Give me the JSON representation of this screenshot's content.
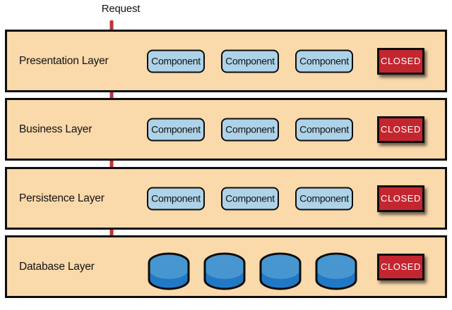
{
  "request_label": "Request",
  "layers": [
    {
      "label": "Presentation Layer",
      "components": [
        "Component",
        "Component",
        "Component"
      ],
      "closed_label": "CLOSED"
    },
    {
      "label": "Business Layer",
      "components": [
        "Component",
        "Component",
        "Component"
      ],
      "closed_label": "CLOSED"
    },
    {
      "label": "Persistence Layer",
      "components": [
        "Component",
        "Component",
        "Component"
      ],
      "closed_label": "CLOSED"
    },
    {
      "label": "Database Layer",
      "database_count": 4,
      "closed_label": "CLOSED"
    }
  ],
  "colors": {
    "layer_bg": "#FAD9AB",
    "component_bg": "#AED3E8",
    "closed_bg": "#C42630",
    "arrow_red": "#BE333A",
    "cylinder_top": "#4896CF",
    "cylinder_body": "#2179C6",
    "border": "#0D0D0D"
  }
}
